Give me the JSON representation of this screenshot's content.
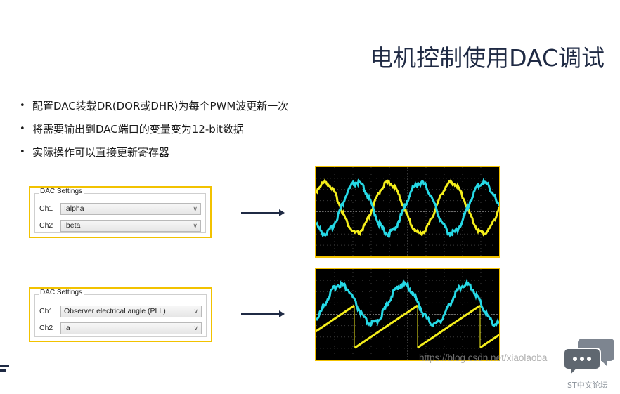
{
  "slide": {
    "title": "电机控制使用DAC调试",
    "bullets": [
      "配置DAC装载DR(DOR或DHR)为每个PWM波更新一次",
      "将需要输出到DAC端口的变量变为12-bit数据",
      "实际操作可以直接更新寄存器"
    ]
  },
  "dac_panels": [
    {
      "legend": "DAC Settings",
      "rows": [
        {
          "label": "Ch1",
          "value": "Ialpha"
        },
        {
          "label": "Ch2",
          "value": "Ibeta"
        }
      ]
    },
    {
      "legend": "DAC Settings",
      "rows": [
        {
          "label": "Ch1",
          "value": "Observer electrical angle (PLL)"
        },
        {
          "label": "Ch2",
          "value": "Ia"
        }
      ]
    }
  ],
  "colors": {
    "cyan_trace": "#26d9e6",
    "yellow_trace": "#f4ee1b",
    "frame": "#f2c200",
    "navy": "#1f2a44"
  },
  "watermark": "https://blog.csdn.net/xiaolaoba",
  "logo": {
    "icon": "chat-bubbles-icon",
    "label": "ST中文论坛"
  }
}
